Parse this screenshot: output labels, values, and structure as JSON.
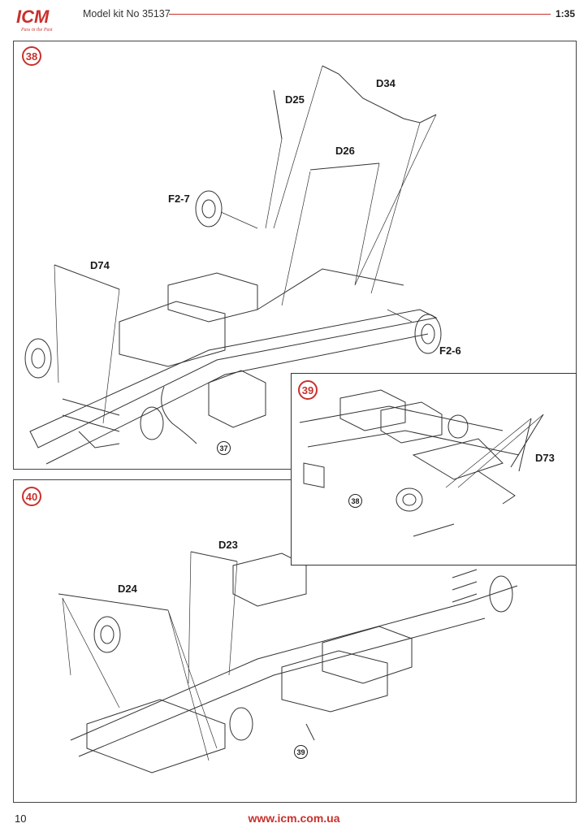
{
  "header": {
    "brand": "ICM",
    "tagline": "Pass in the Past",
    "model": "Model kit No 35137",
    "scale": "1:35"
  },
  "steps": [
    {
      "number": "38",
      "parts": [
        "D25",
        "D34",
        "D26",
        "F2-7",
        "D74",
        "F2-6"
      ],
      "refs": [
        "37"
      ]
    },
    {
      "number": "39",
      "parts": [
        "D73"
      ],
      "refs": [
        "38"
      ]
    },
    {
      "number": "40",
      "parts": [
        "D23",
        "D24"
      ],
      "refs": [
        "39"
      ]
    }
  ],
  "footer": {
    "page_number": "10",
    "url": "www.icm.com.ua"
  },
  "colors": {
    "accent": "#c9302c",
    "line": "#333333"
  }
}
